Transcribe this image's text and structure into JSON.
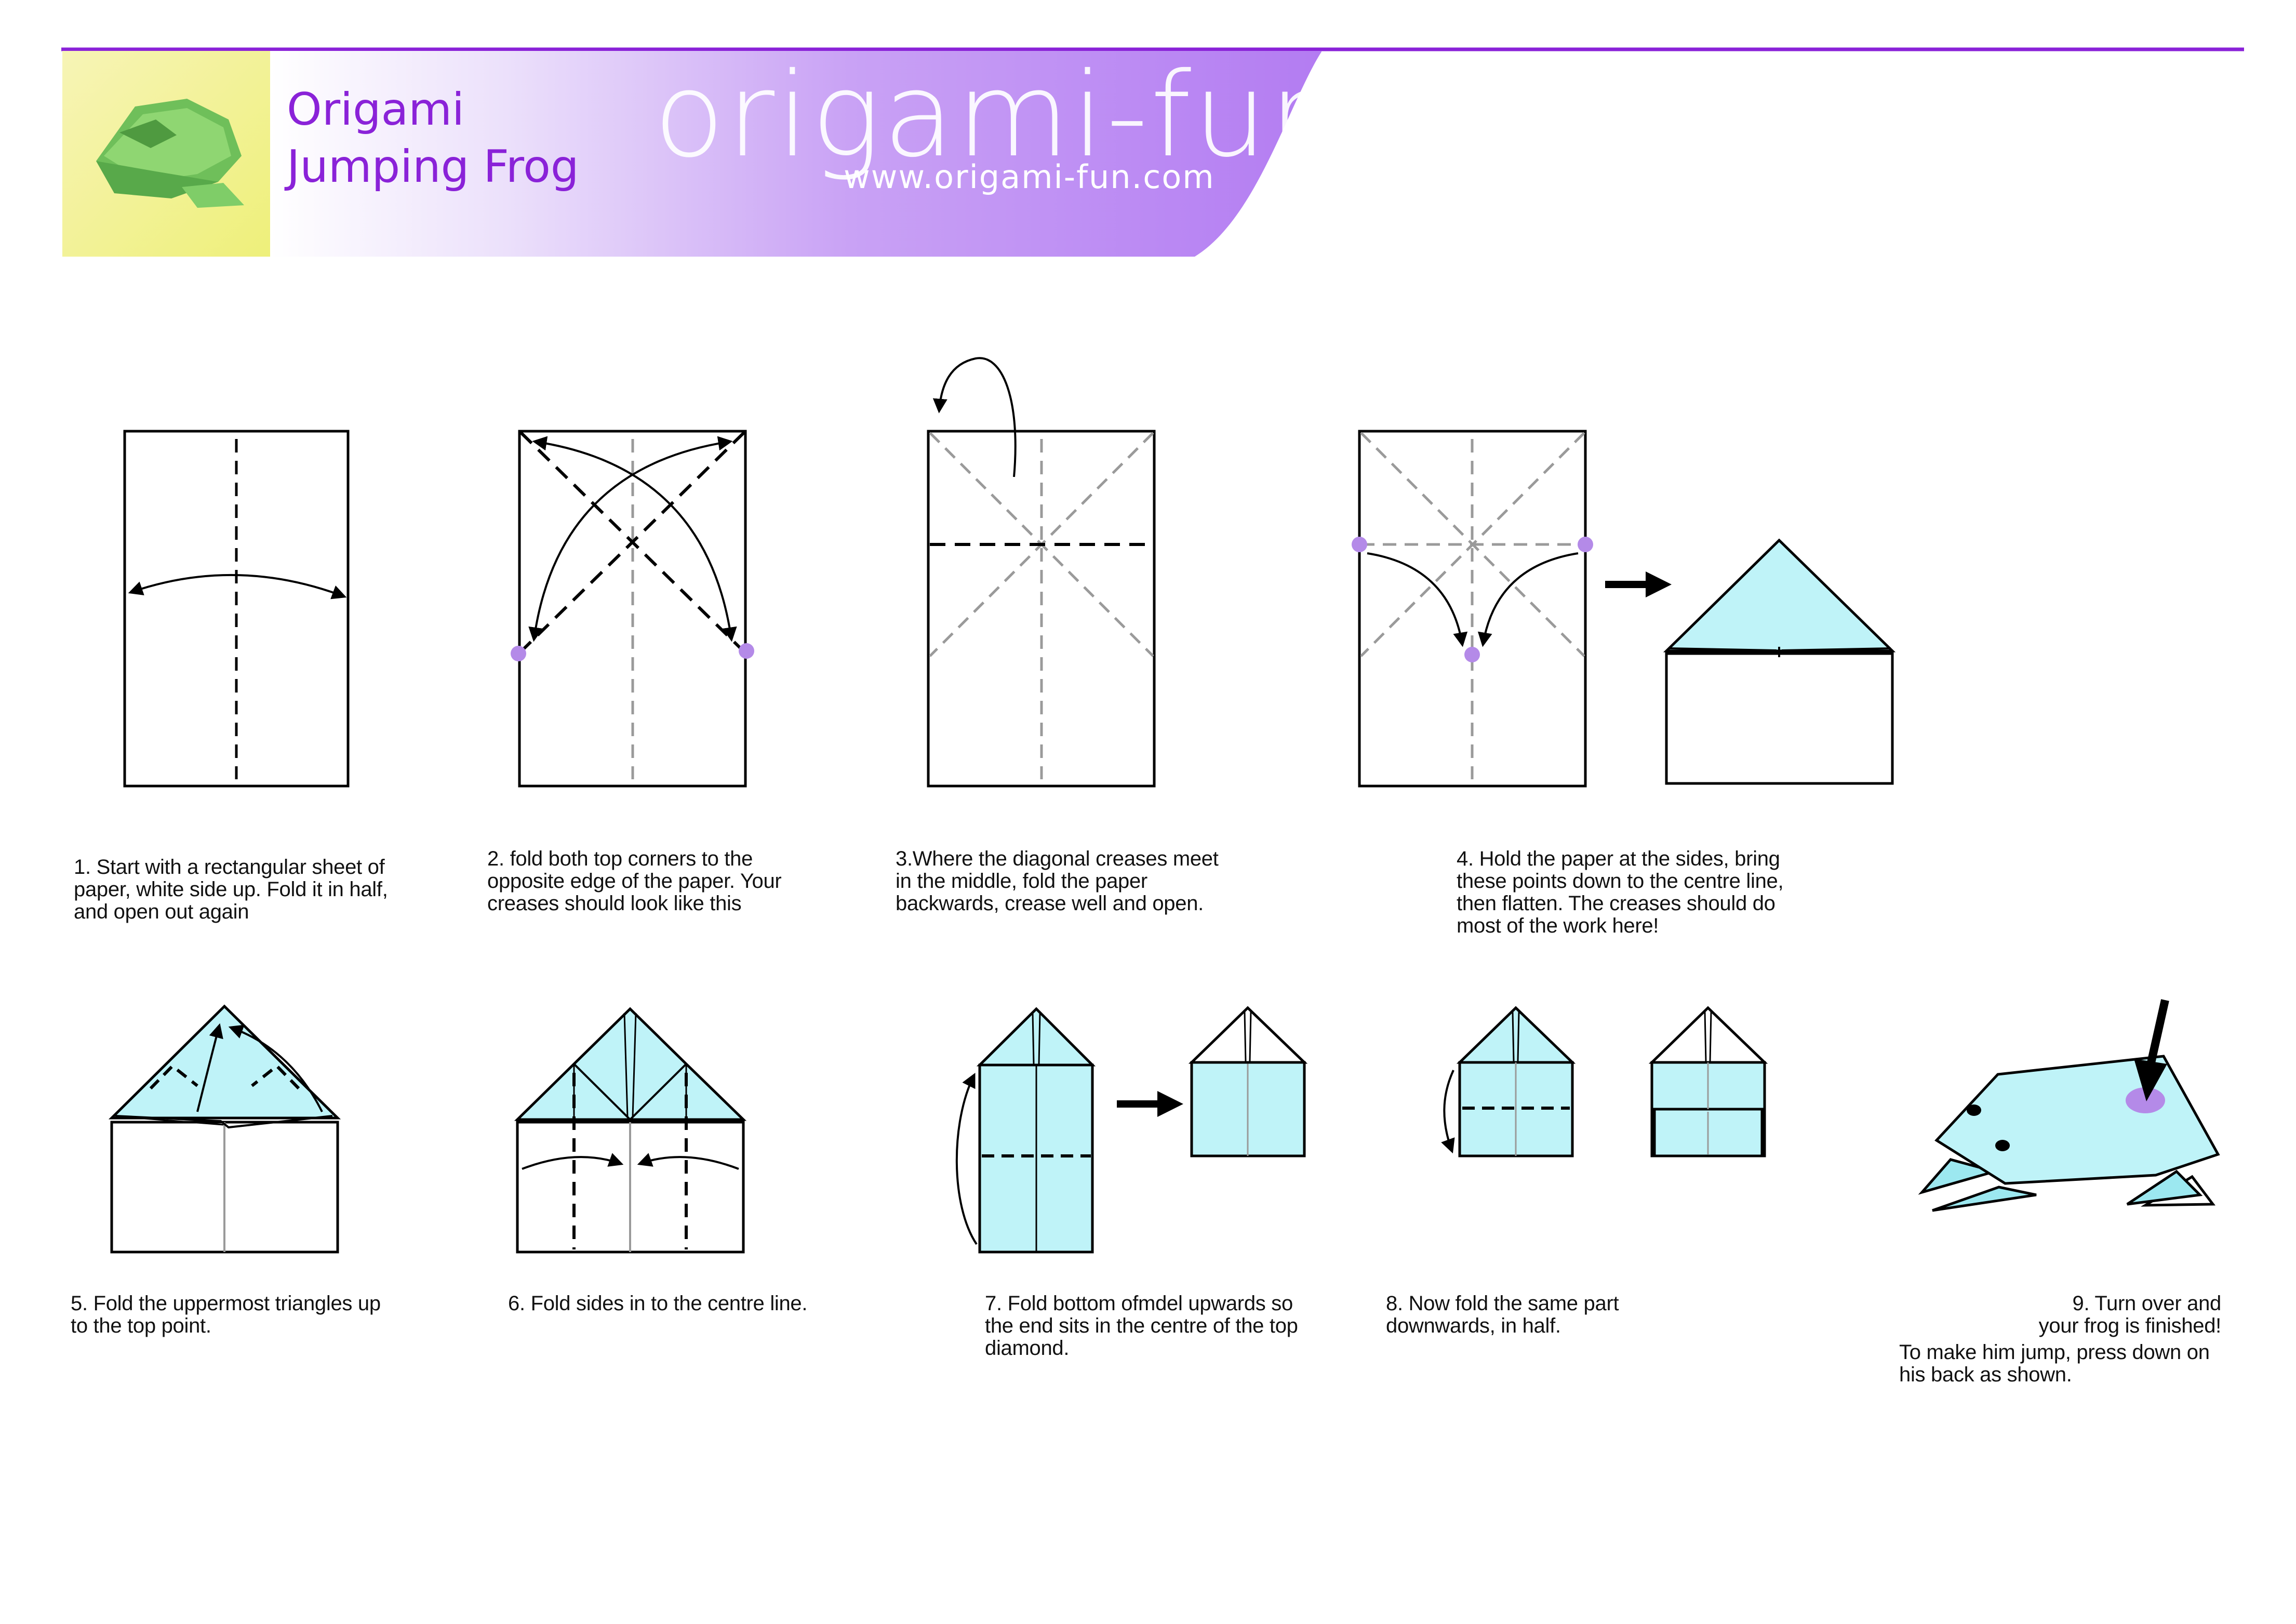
{
  "header": {
    "title_line1": "Origami",
    "title_line2": "Jumping Frog",
    "logo_text": "origami-fun",
    "logo_url": "www.origami-fun.com",
    "accent_color": "#8a22d8",
    "banner_color": "#b37cf2"
  },
  "colors": {
    "paper_color": "#bff3f8",
    "marker_color": "#b48ae8",
    "crease_color": "#9a9a9a"
  },
  "steps": [
    {
      "text": "1.  Start with a rectangular sheet of\npaper, white side up. Fold it in half,\nand open out again"
    },
    {
      "text": "2.  fold both top corners to the\nopposite edge of the paper.  Your\ncreases should look like this"
    },
    {
      "text": "3.Where the diagonal creases meet\nin the middle, fold the paper\nbackwards, crease well and open."
    },
    {
      "text": "4.  Hold the  paper at the sides, bring\nthese points down to the centre line,\nthen flatten. The creases should do\nmost of the work here!"
    },
    {
      "text": "5.  Fold the uppermost triangles up\nto the top point."
    },
    {
      "text": "6.  Fold sides in to the centre line."
    },
    {
      "text": "7.  Fold bottom ofmdel upwards so\nthe end sits in the centre of the top\ndiamond."
    },
    {
      "text": "8.  Now fold the same part\ndownwards, in half."
    },
    {
      "text": "9.  Turn over and\nyour frog is finished!",
      "text2": "To make him jump, press down on\nhis back as shown."
    }
  ]
}
